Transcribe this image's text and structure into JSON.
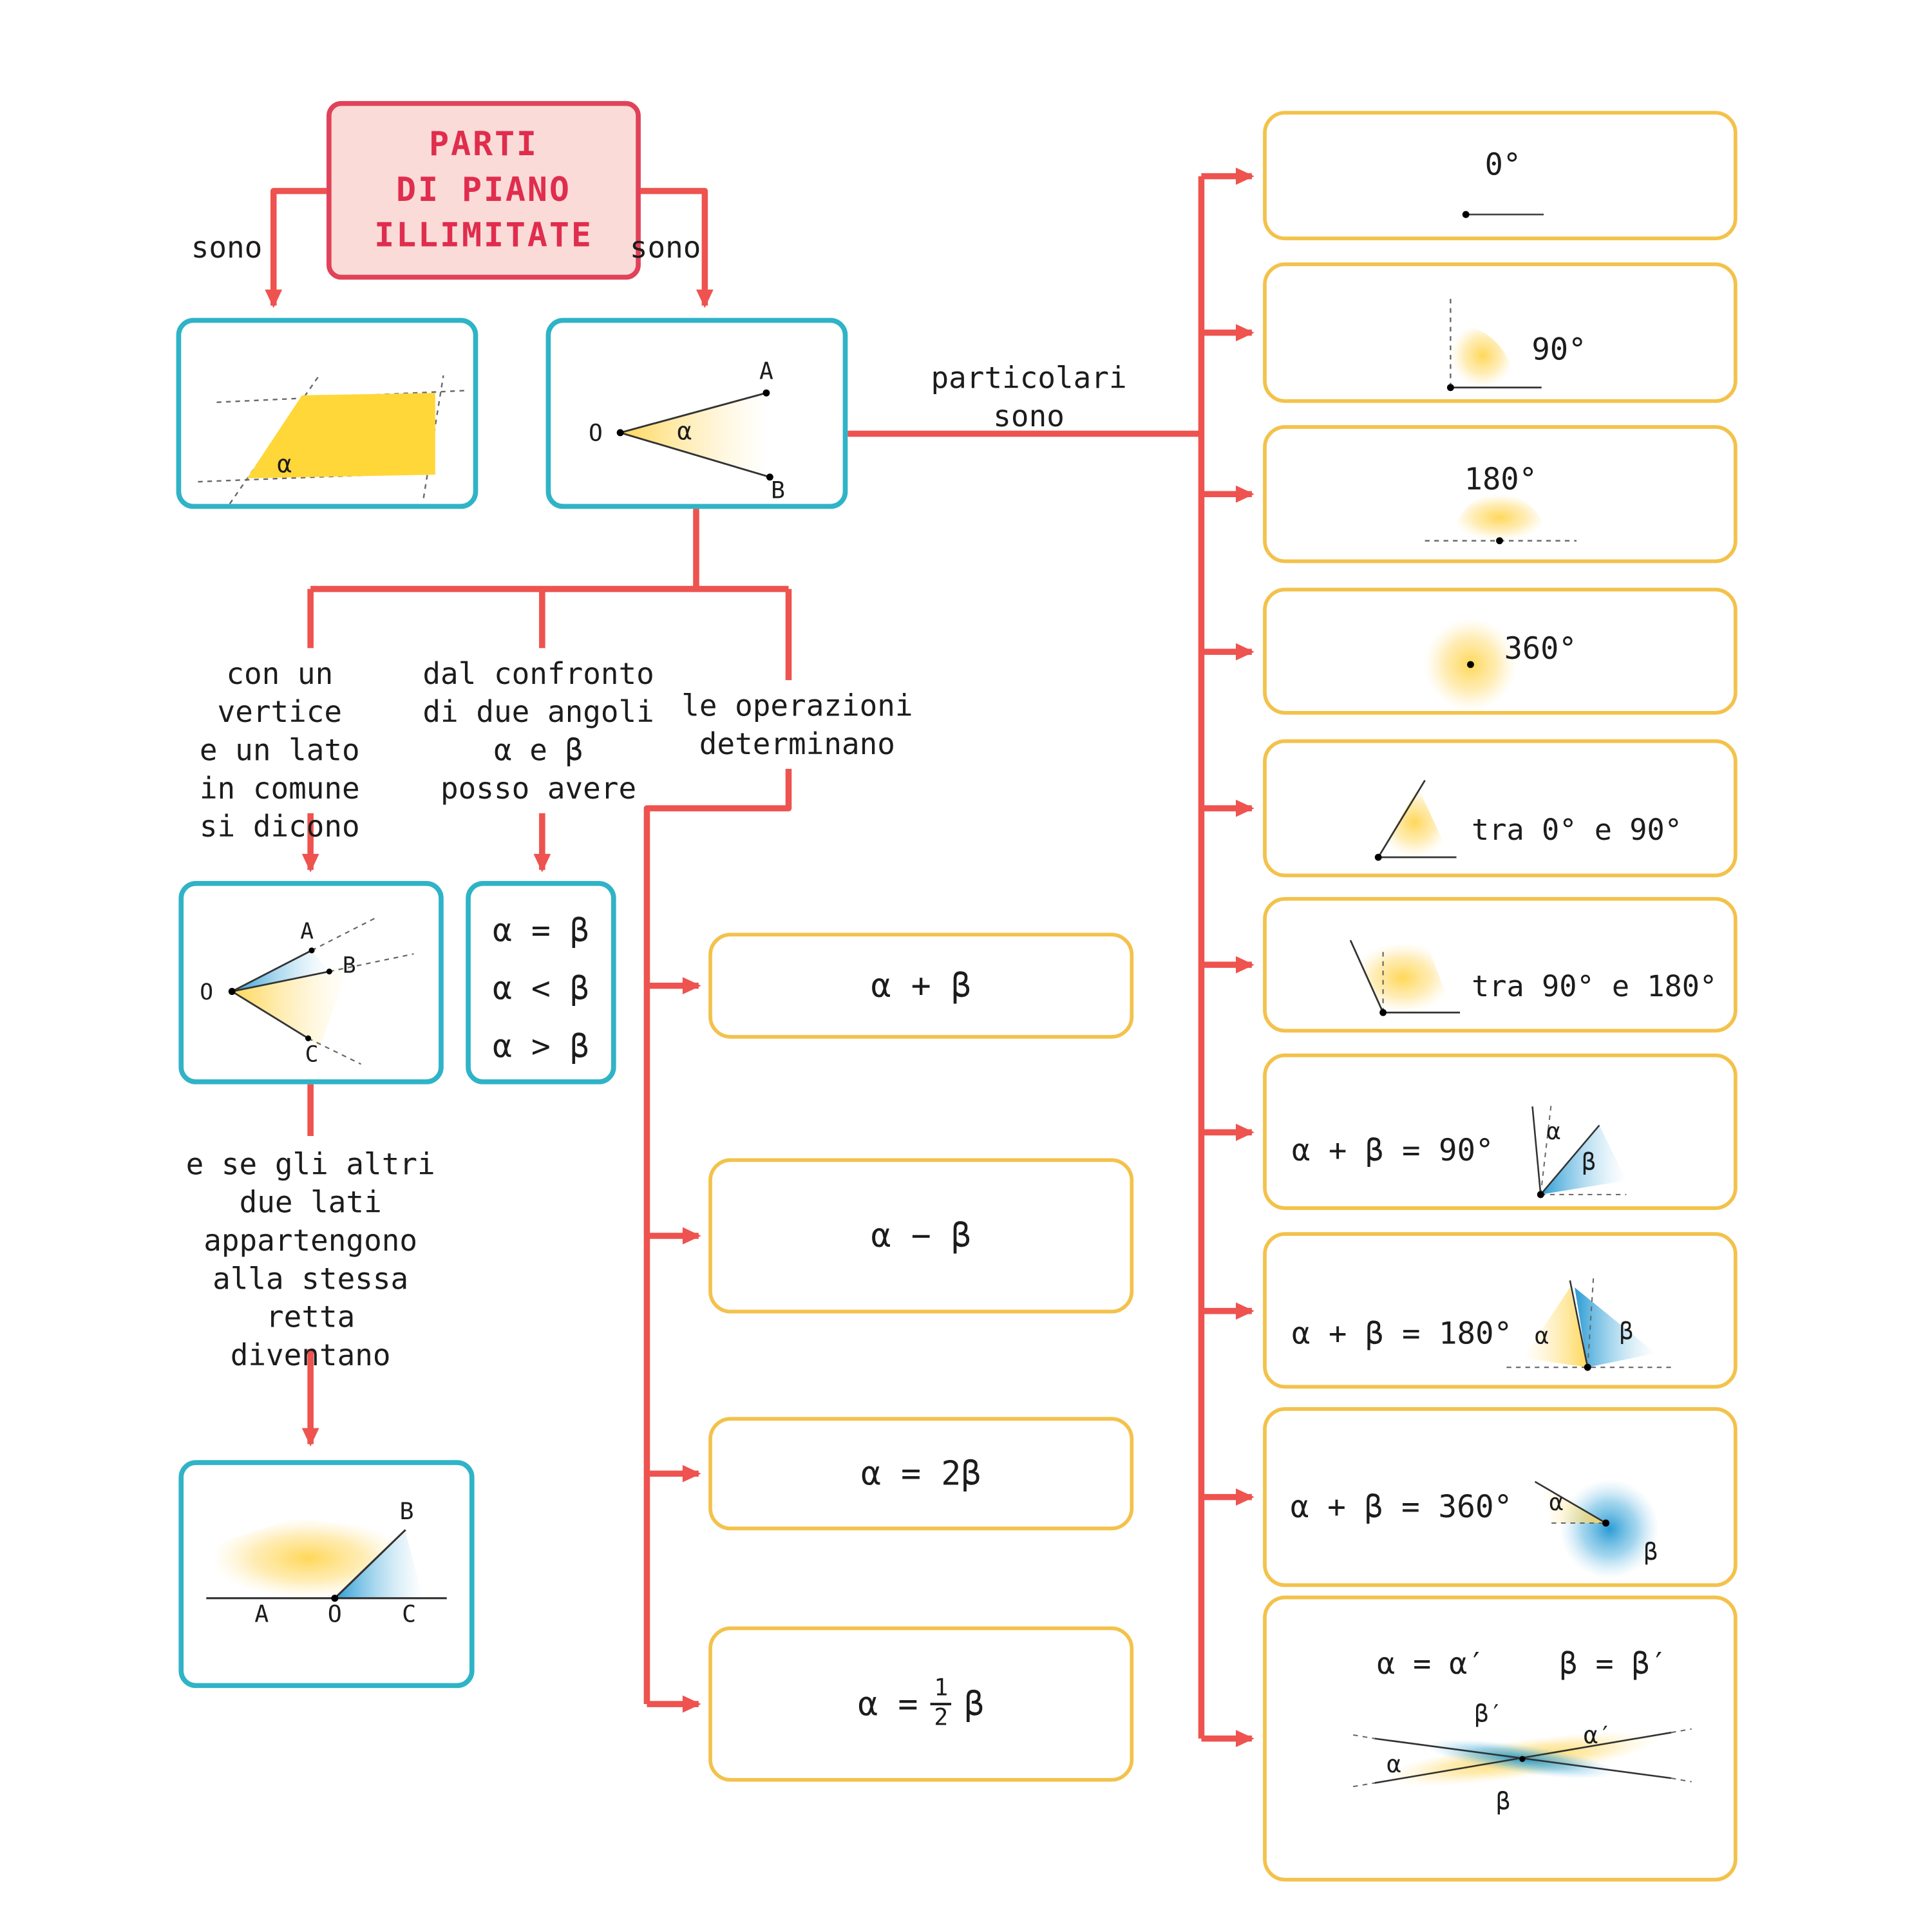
{
  "title": {
    "line1": "PARTI",
    "line2": "DI PIANO",
    "line3": "ILLIMITATE"
  },
  "connectors": {
    "sono_left": "sono",
    "sono_right": "sono",
    "particolari_line1": "particolari",
    "particolari_line2": "sono"
  },
  "branches": {
    "left": {
      "l1": "con un vertice",
      "l2": "e un lato",
      "l3": "in comune",
      "l4": "si dicono"
    },
    "mid": {
      "l1": "dal confronto",
      "l2": "di due angoli",
      "l3": "α e β",
      "l4": "posso avere"
    },
    "right": {
      "l1": "le operazioni",
      "l2": "determinano"
    },
    "adjacent": {
      "l1": "e se gli altri",
      "l2": "due lati",
      "l3": "appartengono",
      "l4": "alla stessa retta",
      "l5": "diventano"
    }
  },
  "compare": {
    "l1": "α = β",
    "l2": "α < β",
    "l3": "α > β"
  },
  "operations": {
    "op1": "α + β",
    "op2": "α − β",
    "op3": "α = 2β",
    "op4_pre": "α =",
    "op4_num": "1",
    "op4_den": "2",
    "op4_post": "β"
  },
  "figures": {
    "strip": {
      "alpha": "α"
    },
    "angle": {
      "O": "O",
      "A": "A",
      "B": "B",
      "alpha": "α"
    },
    "consecutive": {
      "O": "O",
      "A": "A",
      "B": "B",
      "C": "C"
    },
    "adjacent": {
      "A": "A",
      "O": "O",
      "C": "C",
      "B": "B"
    }
  },
  "angle_boxes": {
    "b1": {
      "label": "0°"
    },
    "b2": {
      "label": "90°"
    },
    "b3": {
      "label": "180°"
    },
    "b4": {
      "label": "360°"
    },
    "b5": {
      "label": "tra 0° e 90°"
    },
    "b6": {
      "label": "tra 90° e 180°"
    },
    "b7": {
      "label": "α + β = 90°",
      "alpha": "α",
      "beta": "β"
    },
    "b8": {
      "label": "α + β = 180°",
      "alpha": "α",
      "beta": "β"
    },
    "b9": {
      "label": "α + β = 360°",
      "alpha": "α",
      "beta": "β"
    },
    "b10": {
      "label_left": "α = α′",
      "label_right": "β = β′",
      "alpha": "α",
      "beta": "β",
      "alpha_p": "α′",
      "beta_p": "β′"
    }
  },
  "colors": {
    "arrow": "#ee534f",
    "title_border": "#e0425a",
    "title_bg": "#fadbd8",
    "title_text": "#e02d4d",
    "cyan": "#2fb3c7",
    "yellow": "#f3c24b",
    "shade_yellow": "#ffd84d",
    "shade_blue": "#2d9fd8"
  }
}
